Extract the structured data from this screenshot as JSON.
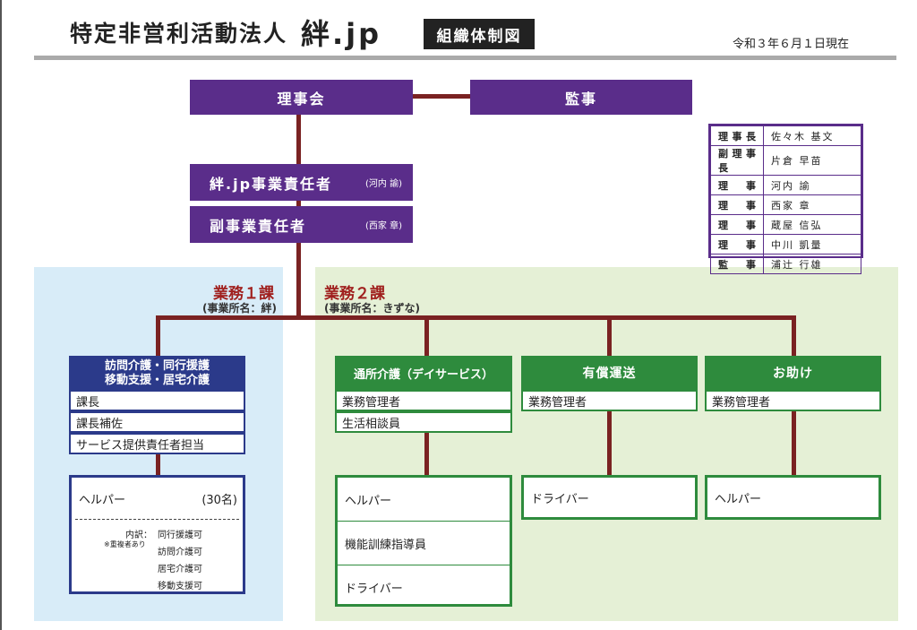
{
  "header": {
    "title_main": "特定非営利活動法人",
    "title_org": "絆.jp",
    "badge": "組織体制図",
    "date": "令和３年６月１日現在"
  },
  "top": {
    "board": "理事会",
    "auditor": "監事",
    "manager": "絆.jp事業責任者",
    "manager_note": "(河内 諭)",
    "vice_manager": "副事業責任者",
    "vice_manager_note": "(西家 章)"
  },
  "officers": [
    {
      "role": "理事長",
      "name": "佐々木 基文"
    },
    {
      "role": "副理事長",
      "name": "片倉 早苗"
    },
    {
      "role": "理事",
      "name": "河内 諭"
    },
    {
      "role": "理事",
      "name": "西家 章"
    },
    {
      "role": "理事",
      "name": "蔵屋 信弘"
    },
    {
      "role": "理事",
      "name": "中川 凱量"
    },
    {
      "role": "監事",
      "name": "浦辻 行雄"
    }
  ],
  "section1": {
    "title": "業務１課",
    "subtitle": "(事業所名：絆)",
    "unit_title_1": "訪問介護・同行援護",
    "unit_title_2": "移動支援・居宅介護",
    "roles": [
      "課長",
      "課長補佐",
      "サービス提供責任者担当"
    ],
    "helper_label": "ヘルパー",
    "helper_count": "(30名)",
    "breakdown_label": "内訳：",
    "breakdown_note": "※重複者あり",
    "breakdown": [
      "同行援護可",
      "訪問介護可",
      "居宅介護可",
      "移動支援可"
    ]
  },
  "section2": {
    "title": "業務２課",
    "subtitle": "(事業所名：きずな)",
    "units": [
      {
        "title": "通所介護（デイサービス）",
        "roles": [
          "業務管理者",
          "生活相談員"
        ],
        "staff": [
          "ヘルパー",
          "機能訓練指導員",
          "ドライバー"
        ]
      },
      {
        "title": "有償運送",
        "roles": [
          "業務管理者"
        ],
        "staff": [
          "ドライバー"
        ]
      },
      {
        "title": "お助け",
        "roles": [
          "業務管理者"
        ],
        "staff": [
          "ヘルパー"
        ]
      }
    ]
  },
  "colors": {
    "purple": "#5a2d8a",
    "navy": "#2b3a8a",
    "green": "#2e8b3d",
    "connector": "#7a2222",
    "section_blue_bg": "#d8ecf8",
    "section_green_bg": "#e5f0d6",
    "section_title": "#a0201e"
  }
}
